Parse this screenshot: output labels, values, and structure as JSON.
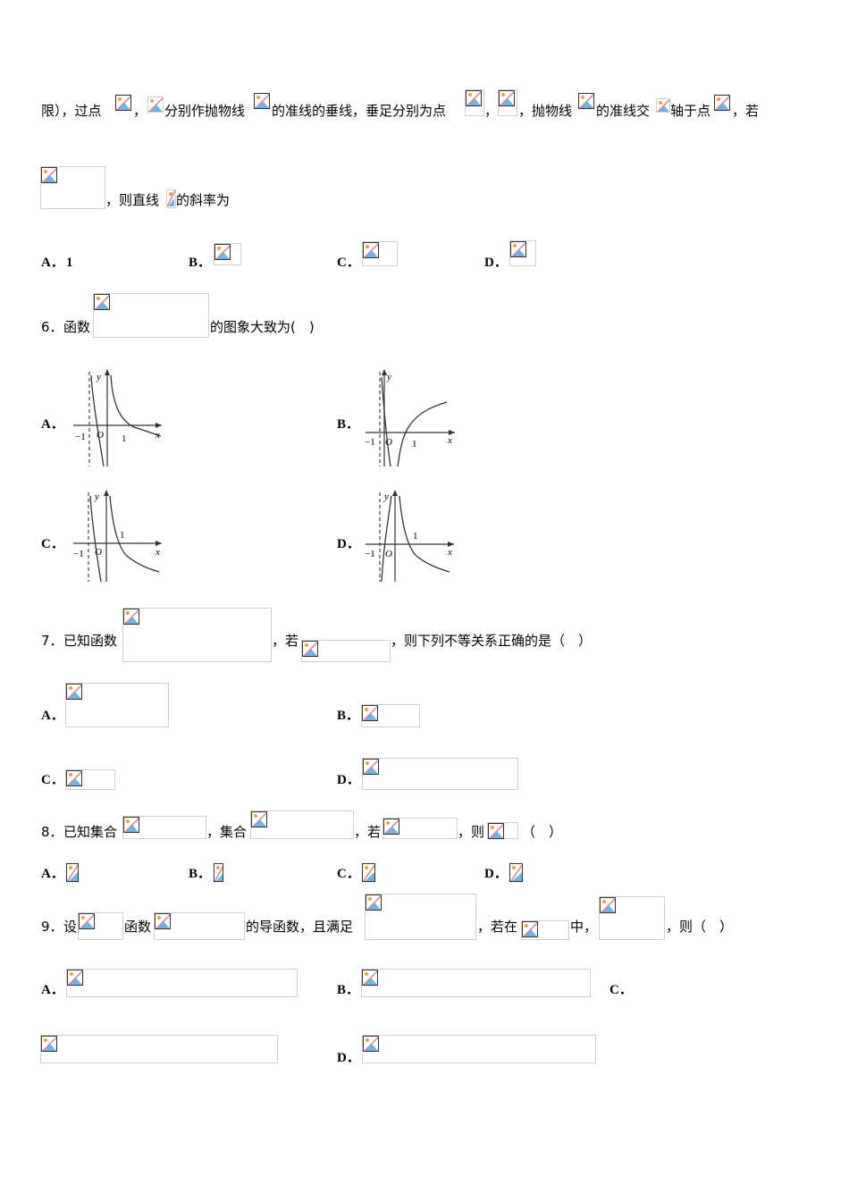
{
  "q5_cont": {
    "line1": [
      "限），过点",
      "，",
      "分别作抛物线",
      "的准线的垂线，垂足分别为点",
      "，",
      "，抛物线",
      "的准线交",
      "轴于点",
      "，若"
    ],
    "line2": [
      "，则直线",
      "的斜率为"
    ],
    "options": [
      {
        "label": "A．",
        "value": "1"
      },
      {
        "label": "B．",
        "value": ""
      },
      {
        "label": "C．",
        "value": ""
      },
      {
        "label": "D．",
        "value": ""
      }
    ]
  },
  "q6": {
    "number": "6．",
    "parts": [
      "函数",
      "的图象大致为(　)"
    ],
    "options": [
      {
        "label": "A．",
        "graph": {
          "y": "y",
          "x": "x",
          "neg": "−1",
          "o": "O",
          "one": "1"
        }
      },
      {
        "label": "B．",
        "graph": {
          "y": "y",
          "x": "x",
          "neg": "−1",
          "o": "O",
          "one": "1"
        }
      },
      {
        "label": "C．",
        "graph": {
          "y": "y",
          "x": "x",
          "neg": "−1",
          "o": "O",
          "one": "1"
        }
      },
      {
        "label": "D．",
        "graph": {
          "y": "y",
          "x": "x",
          "neg": "−1",
          "o": "O",
          "one": "1"
        }
      }
    ]
  },
  "q7": {
    "number": "7．",
    "parts": [
      "已知函数",
      "，若",
      "，则下列不等关系正确的是（　）"
    ],
    "options": [
      {
        "label": "A．"
      },
      {
        "label": "B．"
      },
      {
        "label": "C．"
      },
      {
        "label": "D．"
      }
    ]
  },
  "q8": {
    "number": "8．",
    "parts": [
      "已知集合",
      "，集合",
      "，若",
      "，则",
      "（　）"
    ],
    "options": [
      {
        "label": "A．"
      },
      {
        "label": "B．"
      },
      {
        "label": "C．"
      },
      {
        "label": "D．"
      }
    ]
  },
  "q9": {
    "number": "9．",
    "parts": [
      "设",
      "函数",
      "的导函数，且满足",
      "，若在",
      "中，",
      "，则（　）"
    ],
    "options": [
      {
        "label": "A．"
      },
      {
        "label": "B．"
      },
      {
        "label": "C．"
      },
      {
        "label": "D．"
      }
    ]
  },
  "colors": {
    "placeholder_border": "#cfcfcf",
    "icon_blue": "#6fb3e8",
    "icon_red": "#e08080",
    "icon_sun": "#f0a040"
  }
}
